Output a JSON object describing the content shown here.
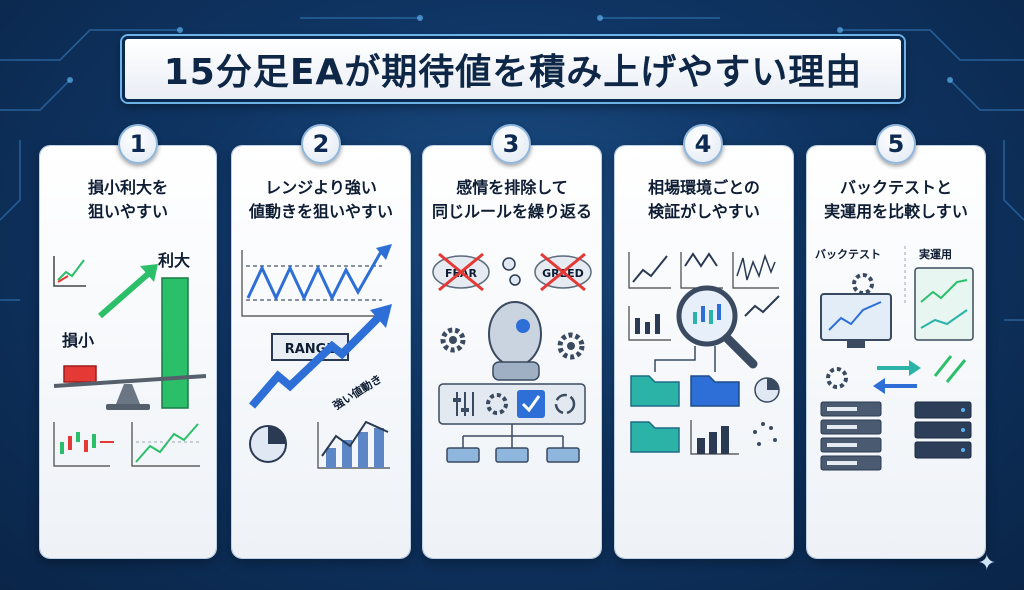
{
  "title": "15分足EAが期待値を積み上げやすい理由",
  "cards": [
    {
      "number": "1",
      "title_line1": "損小利大を",
      "title_line2": "狙いやすい",
      "label_large": "利大",
      "label_small": "損小"
    },
    {
      "number": "2",
      "title_line1": "レンジより強い",
      "title_line2": "値動きを狙いやすい",
      "label_range": "RANGE",
      "label_trend": "強い値動き"
    },
    {
      "number": "3",
      "title_line1": "感情を排除して",
      "title_line2": "同じルールを繰り返る",
      "label_fear": "FEAR",
      "label_greed": "GREED"
    },
    {
      "number": "4",
      "title_line1": "相場環境ごとの",
      "title_line2": "検証がしやすい"
    },
    {
      "number": "5",
      "title_line1": "バックテストと",
      "title_line2": "実運用を比較しすい",
      "label_backtest": "バックテスト",
      "label_live": "実運用"
    }
  ],
  "colors": {
    "background": "#0f3564",
    "accent_blue": "#2d6fd6",
    "accent_green": "#2bbf6a",
    "accent_red": "#e53935",
    "teal": "#2bb3a8"
  }
}
